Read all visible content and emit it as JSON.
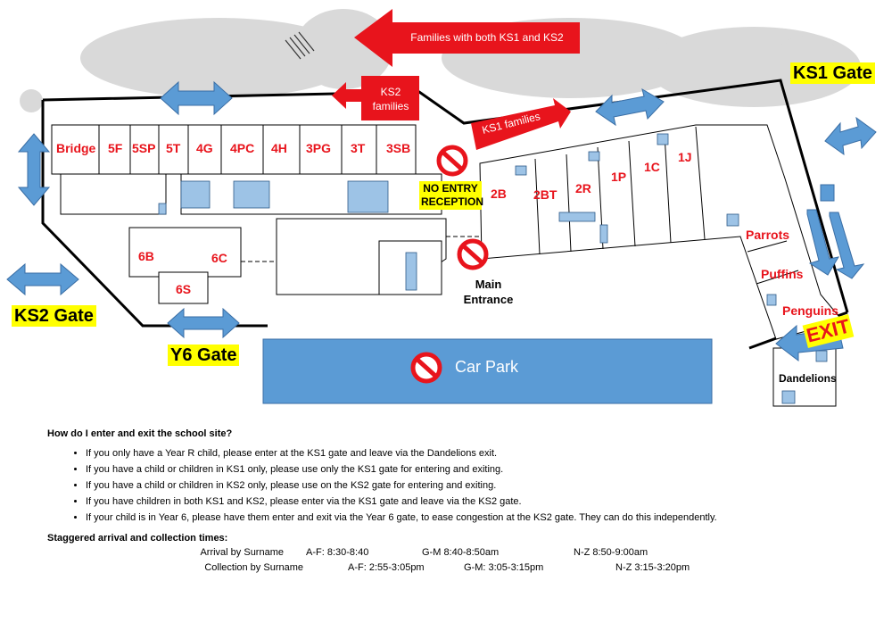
{
  "arrows": {
    "both": "Families with both KS1 and KS2",
    "ks2": "KS2 families",
    "ks1": "KS1 families"
  },
  "gates": {
    "ks1": "KS1 Gate",
    "ks2": "KS2 Gate",
    "y6": "Y6 Gate",
    "exit": "EXIT"
  },
  "rooms": [
    "Bridge",
    "5F",
    "5SP",
    "5T",
    "4G",
    "4PC",
    "4H",
    "3PG",
    "3T",
    "3SB",
    "2B",
    "2BT",
    "2R",
    "1P",
    "1C",
    "1J",
    "6B",
    "6C",
    "6S",
    "Parrots",
    "Puffins",
    "Penguins"
  ],
  "places": {
    "no_entry": "NO ENTRY RECEPTION",
    "main_entrance": "Main Entrance",
    "car_park": "Car Park",
    "dandelions": "Dandelions"
  },
  "info": {
    "title": "How do I enter and exit the school site?",
    "bullets": [
      "If you only have a Year R child, please enter at the KS1 gate and leave via the Dandelions exit.",
      "If you have a child or children in KS1 only, please use only the KS1 gate for entering and exiting.",
      "If you have a child or children in KS2 only, please use on the KS2 gate for entering and exiting.",
      "If you have children in both KS1 and KS2, please enter via the KS1 gate and leave via the KS2 gate.",
      "If your child is in Year 6, please have them enter and exit via the Year 6 gate, to ease congestion at the KS2 gate. They can do this independently."
    ],
    "times_title": "Staggered arrival and collection times:",
    "arrival": [
      "Arrival by Surname",
      "A-F: 8:30-8:40",
      "G-M 8:40-8:50am",
      "N-Z 8:50-9:00am"
    ],
    "collection": [
      "Collection by Surname",
      "A-F: 2:55-3:05pm",
      "G-M: 3:05-3:15pm",
      "N-Z 3:15-3:20pm"
    ]
  },
  "colors": {
    "red": "#e8141c",
    "blue": "#5b9bd5",
    "yellow": "#ffff00",
    "grey": "#d9d9d9"
  }
}
